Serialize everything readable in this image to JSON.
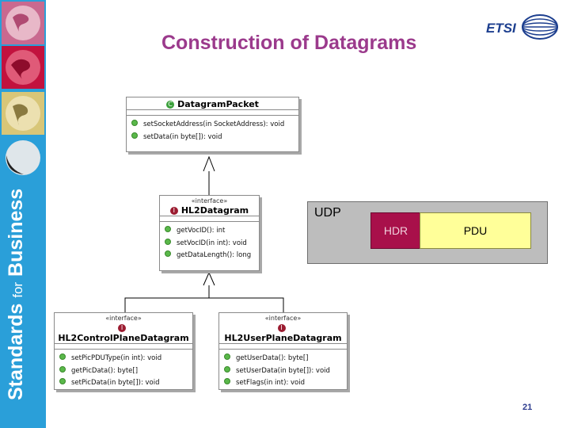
{
  "sidebar": {
    "brand_main": "Standards",
    "brand_for": "for",
    "brand_end": "Business"
  },
  "logo": {
    "text": "ETSI"
  },
  "title": "Construction of Datagrams",
  "classes": {
    "datagram_packet": {
      "badge": "C",
      "badge_color": "#3aa03a",
      "name": "DatagramPacket",
      "ops": [
        "setSocketAddress(in SocketAddress): void",
        "setData(in byte[]): void"
      ]
    },
    "hl2_datagram": {
      "stereotype": "«interface»",
      "badge": "I",
      "badge_color": "#9b1b30",
      "name": "HL2Datagram",
      "ops": [
        "getVocID(): int",
        "setVocID(in int): void",
        "getDataLength(): long"
      ]
    },
    "hl2_control": {
      "stereotype": "«interface»",
      "badge": "I",
      "badge_color": "#9b1b30",
      "name": "HL2ControlPlaneDatagram",
      "ops": [
        "setPicPDUType(in int): void",
        "getPicData(): byte[]",
        "setPicData(in byte[]): void"
      ]
    },
    "hl2_user": {
      "stereotype": "«interface»",
      "badge": "I",
      "badge_color": "#9b1b30",
      "name": "HL2UserPlaneDatagram",
      "ops": [
        "getUserData(): byte[]",
        "setUserData(in byte[]): void",
        "setFlags(in int): void"
      ]
    }
  },
  "packet": {
    "label": "UDP",
    "hdr": "HDR",
    "pdu": "PDU",
    "hdr_color": "#a8104a",
    "pdu_color": "#ffff99"
  },
  "page_number": "21"
}
